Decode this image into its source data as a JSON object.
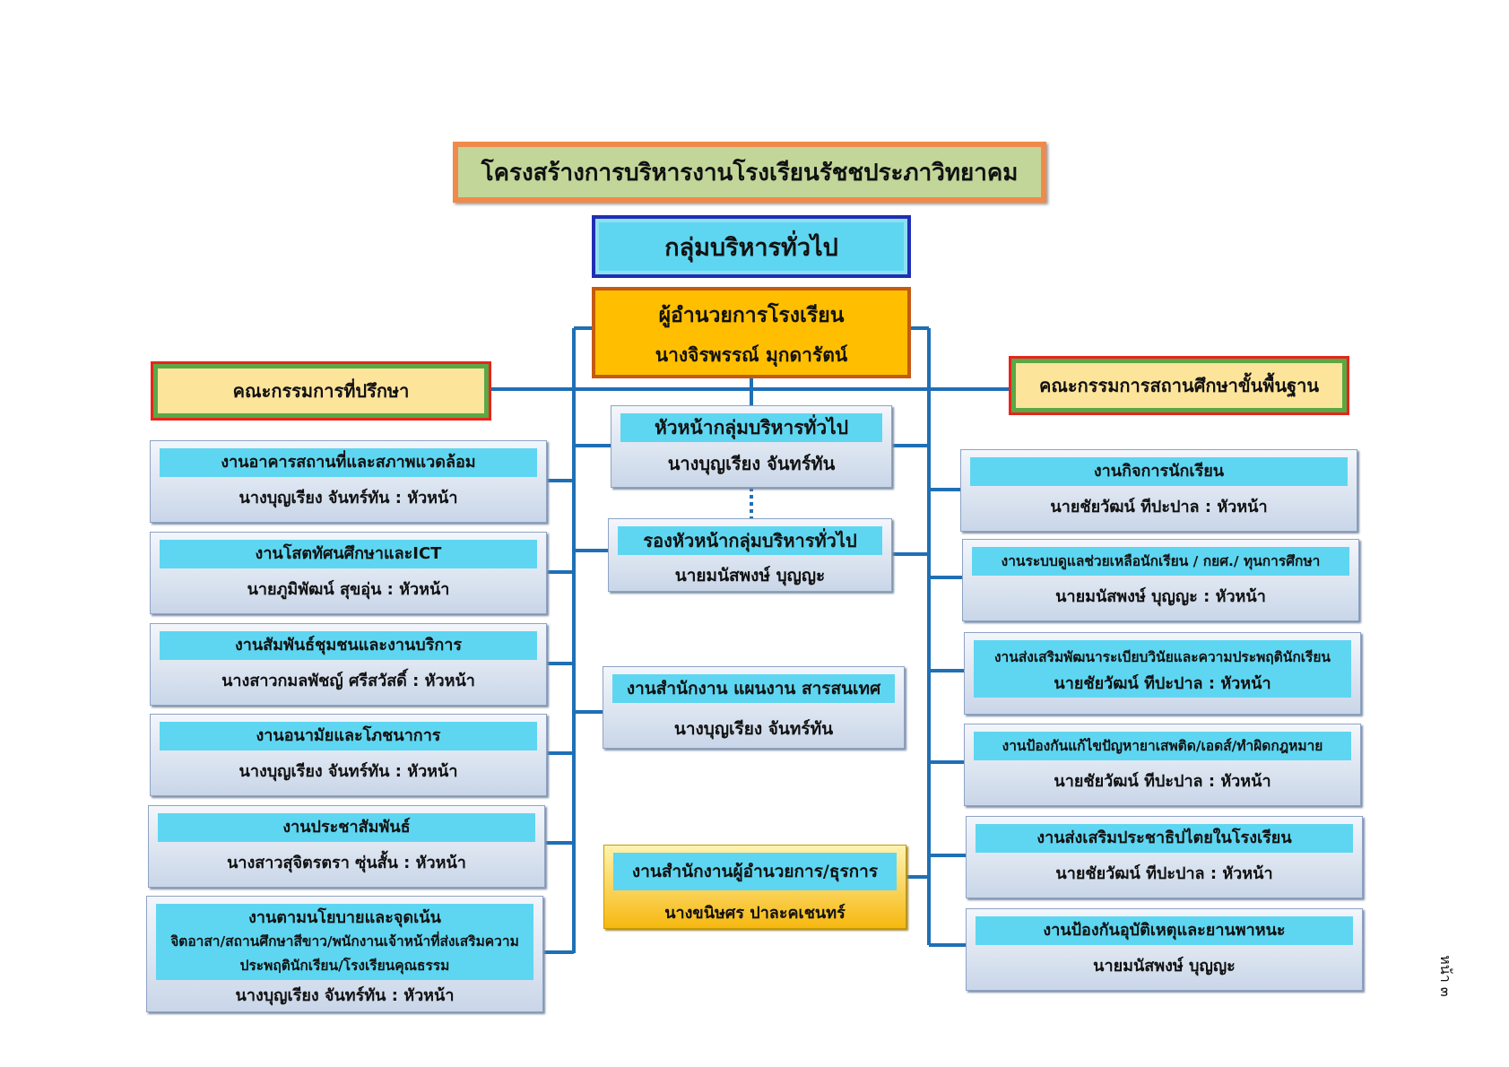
{
  "title": "โครงสร้างการบริหารงานโรงเรียนรัชชประภาวิทยาคม",
  "group": "กลุ่มบริหารทั่วไป",
  "director": {
    "role": "ผู้อำนวยการโรงเรียน",
    "name": "นางจิรพรรณ์  มุกดารัตน์"
  },
  "committee_left": "คณะกรรมการที่ปรึกษา",
  "committee_right": "คณะกรรมการสถานศึกษาขั้นพื้นฐาน",
  "center": [
    {
      "title": "หัวหน้ากลุ่มบริหารทั่วไป",
      "person": "นางบุญเรียง  จันทร์ทัน"
    },
    {
      "title": "รองหัวหน้ากลุ่มบริหารทั่วไป",
      "person": "นายมนัสพงษ์  บุญญะ"
    },
    {
      "title": "งานสำนักงาน แผนงาน สารสนเทศ",
      "person": "นางบุญเรียง จันทร์ทัน"
    },
    {
      "title": "งานสำนักงานผู้อำนวยการ/ธุรการ",
      "person": "นางขนิษศร ปาละคเชนทร์"
    }
  ],
  "left_tasks": [
    {
      "title": "งานอาคารสถานที่และสภาพแวดล้อม",
      "person": "นางบุญเรียง  จันทร์ทัน : หัวหน้า"
    },
    {
      "title": "งานโสตทัศนศึกษาและICT",
      "person": "นายภูมิพัฒน์  สุขอุ่น : หัวหน้า"
    },
    {
      "title": "งานสัมพันธ์ชุมชนและงานบริการ",
      "person": "นางสาวกมลพัชญ์  ศรีสวัสดิ์  : หัวหน้า"
    },
    {
      "title": "งานอนามัยและโภชนาการ",
      "person": "นางบุญเรียง  จันทร์ทัน : หัวหน้า"
    },
    {
      "title": "งานประชาสัมพันธ์",
      "person": "นางสาวสุจิตรตรา  ซุ่นสั้น  : หัวหน้า"
    }
  ],
  "left_last": {
    "line1": "งานตามนโยบายและจุดเน้น",
    "line2": "จิตอาสา/สถานศึกษาสีขาว/พนักงานเจ้าหน้าที่ส่งเสริมความ",
    "line3": "ประพฤตินักเรียน/โรงเรียนคุณธรรม",
    "person": "นางบุญเรียง  จันทร์ทัน  : หัวหน้า"
  },
  "right_tasks": [
    {
      "title": "งานกิจการนักเรียน",
      "person": "นายชัยวัฒน์  ทีปะปาล : หัวหน้า"
    },
    {
      "title": "งานระบบดูแลช่วยเหลือนักเรียน / กยศ./ ทุนการศึกษา",
      "person": "นายมนัสพงษ์  บุญญะ : หัวหน้า"
    },
    {
      "title": "งานส่งเสริมพัฒนาระเบียบวินัยและความประพฤตินักเรียน",
      "person": "นายชัยวัฒน์  ทีปะปาล : หัวหน้า"
    },
    {
      "title": "งานป้องกันแก้ไขปัญหายาเสพติด/เอดส์/ทำผิดกฎหมาย",
      "person": "นายชัยวัฒน์  ทีปะปาล : หัวหน้า"
    },
    {
      "title": "งานส่งเสริมประชาธิปไตยในโรงเรียน",
      "person": "นายชัยวัฒน์  ทีปะปาล : หัวหน้า"
    },
    {
      "title": "งานป้องกันอุบัติเหตุและยานพาหนะ",
      "person": "นายมนัสพงษ์ บุญญะ"
    }
  ],
  "page_number": "หน้า ๓",
  "colors": {
    "line": "#1f6fb5",
    "cyan": "#5ed6f1",
    "gold": "#ffbf00"
  }
}
